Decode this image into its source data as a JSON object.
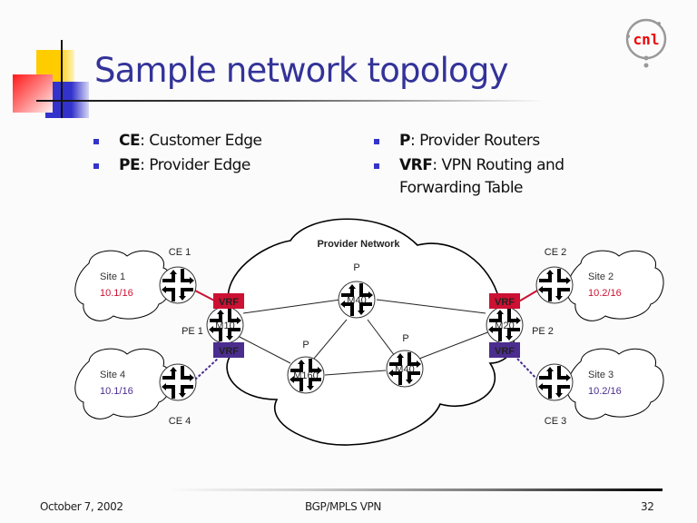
{
  "slide": {
    "title": "Sample network topology",
    "logo_text": "cnl",
    "bullets_left": [
      {
        "term": "CE",
        "desc": ": Customer Edge"
      },
      {
        "term": "PE",
        "desc": ": Provider Edge"
      }
    ],
    "bullets_right": [
      {
        "term": "P",
        "desc": ": Provider Routers"
      },
      {
        "term": "VRF",
        "desc": ": VPN Routing and",
        "desc2": "Forwarding Table"
      }
    ]
  },
  "diagram": {
    "provider_network_label": "Provider Network",
    "vrf_label": "VRF",
    "colors": {
      "red_vpn": "#cc1133",
      "purple_vpn": "#4b2d8f",
      "accent": "#333399"
    },
    "sites": [
      {
        "name": "Site 1",
        "prefix": "10.1/16",
        "ce": "CE 1",
        "vpn": "red"
      },
      {
        "name": "Site 2",
        "prefix": "10.2/16",
        "ce": "CE 2",
        "vpn": "red"
      },
      {
        "name": "Site 3",
        "prefix": "10.2/16",
        "ce": "CE 3",
        "vpn": "purple"
      },
      {
        "name": "Site 4",
        "prefix": "10.1/16",
        "ce": "CE 4",
        "vpn": "purple"
      }
    ],
    "pe_routers": [
      {
        "label": "PE 1",
        "model": "M10"
      },
      {
        "label": "PE 2",
        "model": "M20"
      }
    ],
    "p_routers": [
      {
        "label": "P",
        "model": "M40"
      },
      {
        "label": "P",
        "model": "M160"
      },
      {
        "label": "P",
        "model": "M40"
      }
    ]
  },
  "footer": {
    "date": "October 7, 2002",
    "center": "BGP/MPLS VPN",
    "page": "32"
  }
}
